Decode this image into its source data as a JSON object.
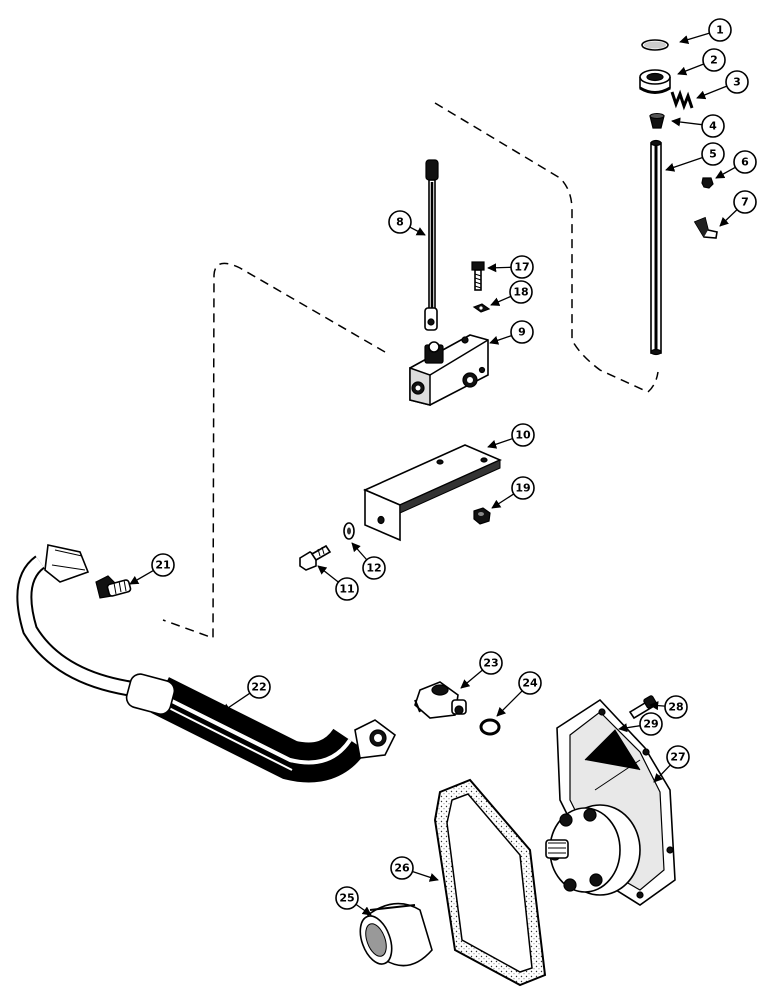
{
  "callouts": [
    {
      "label": "1"
    },
    {
      "label": "2"
    },
    {
      "label": "3"
    },
    {
      "label": "4"
    },
    {
      "label": "5"
    },
    {
      "label": "6"
    },
    {
      "label": "7"
    },
    {
      "label": "8"
    },
    {
      "label": "9"
    },
    {
      "label": "10"
    },
    {
      "label": "11"
    },
    {
      "label": "12"
    },
    {
      "label": "17"
    },
    {
      "label": "18"
    },
    {
      "label": "19"
    },
    {
      "label": "21"
    },
    {
      "label": "22"
    },
    {
      "label": "23"
    },
    {
      "label": "24"
    },
    {
      "label": "25"
    },
    {
      "label": "26"
    },
    {
      "label": "27"
    },
    {
      "label": "28"
    },
    {
      "label": "29"
    }
  ]
}
